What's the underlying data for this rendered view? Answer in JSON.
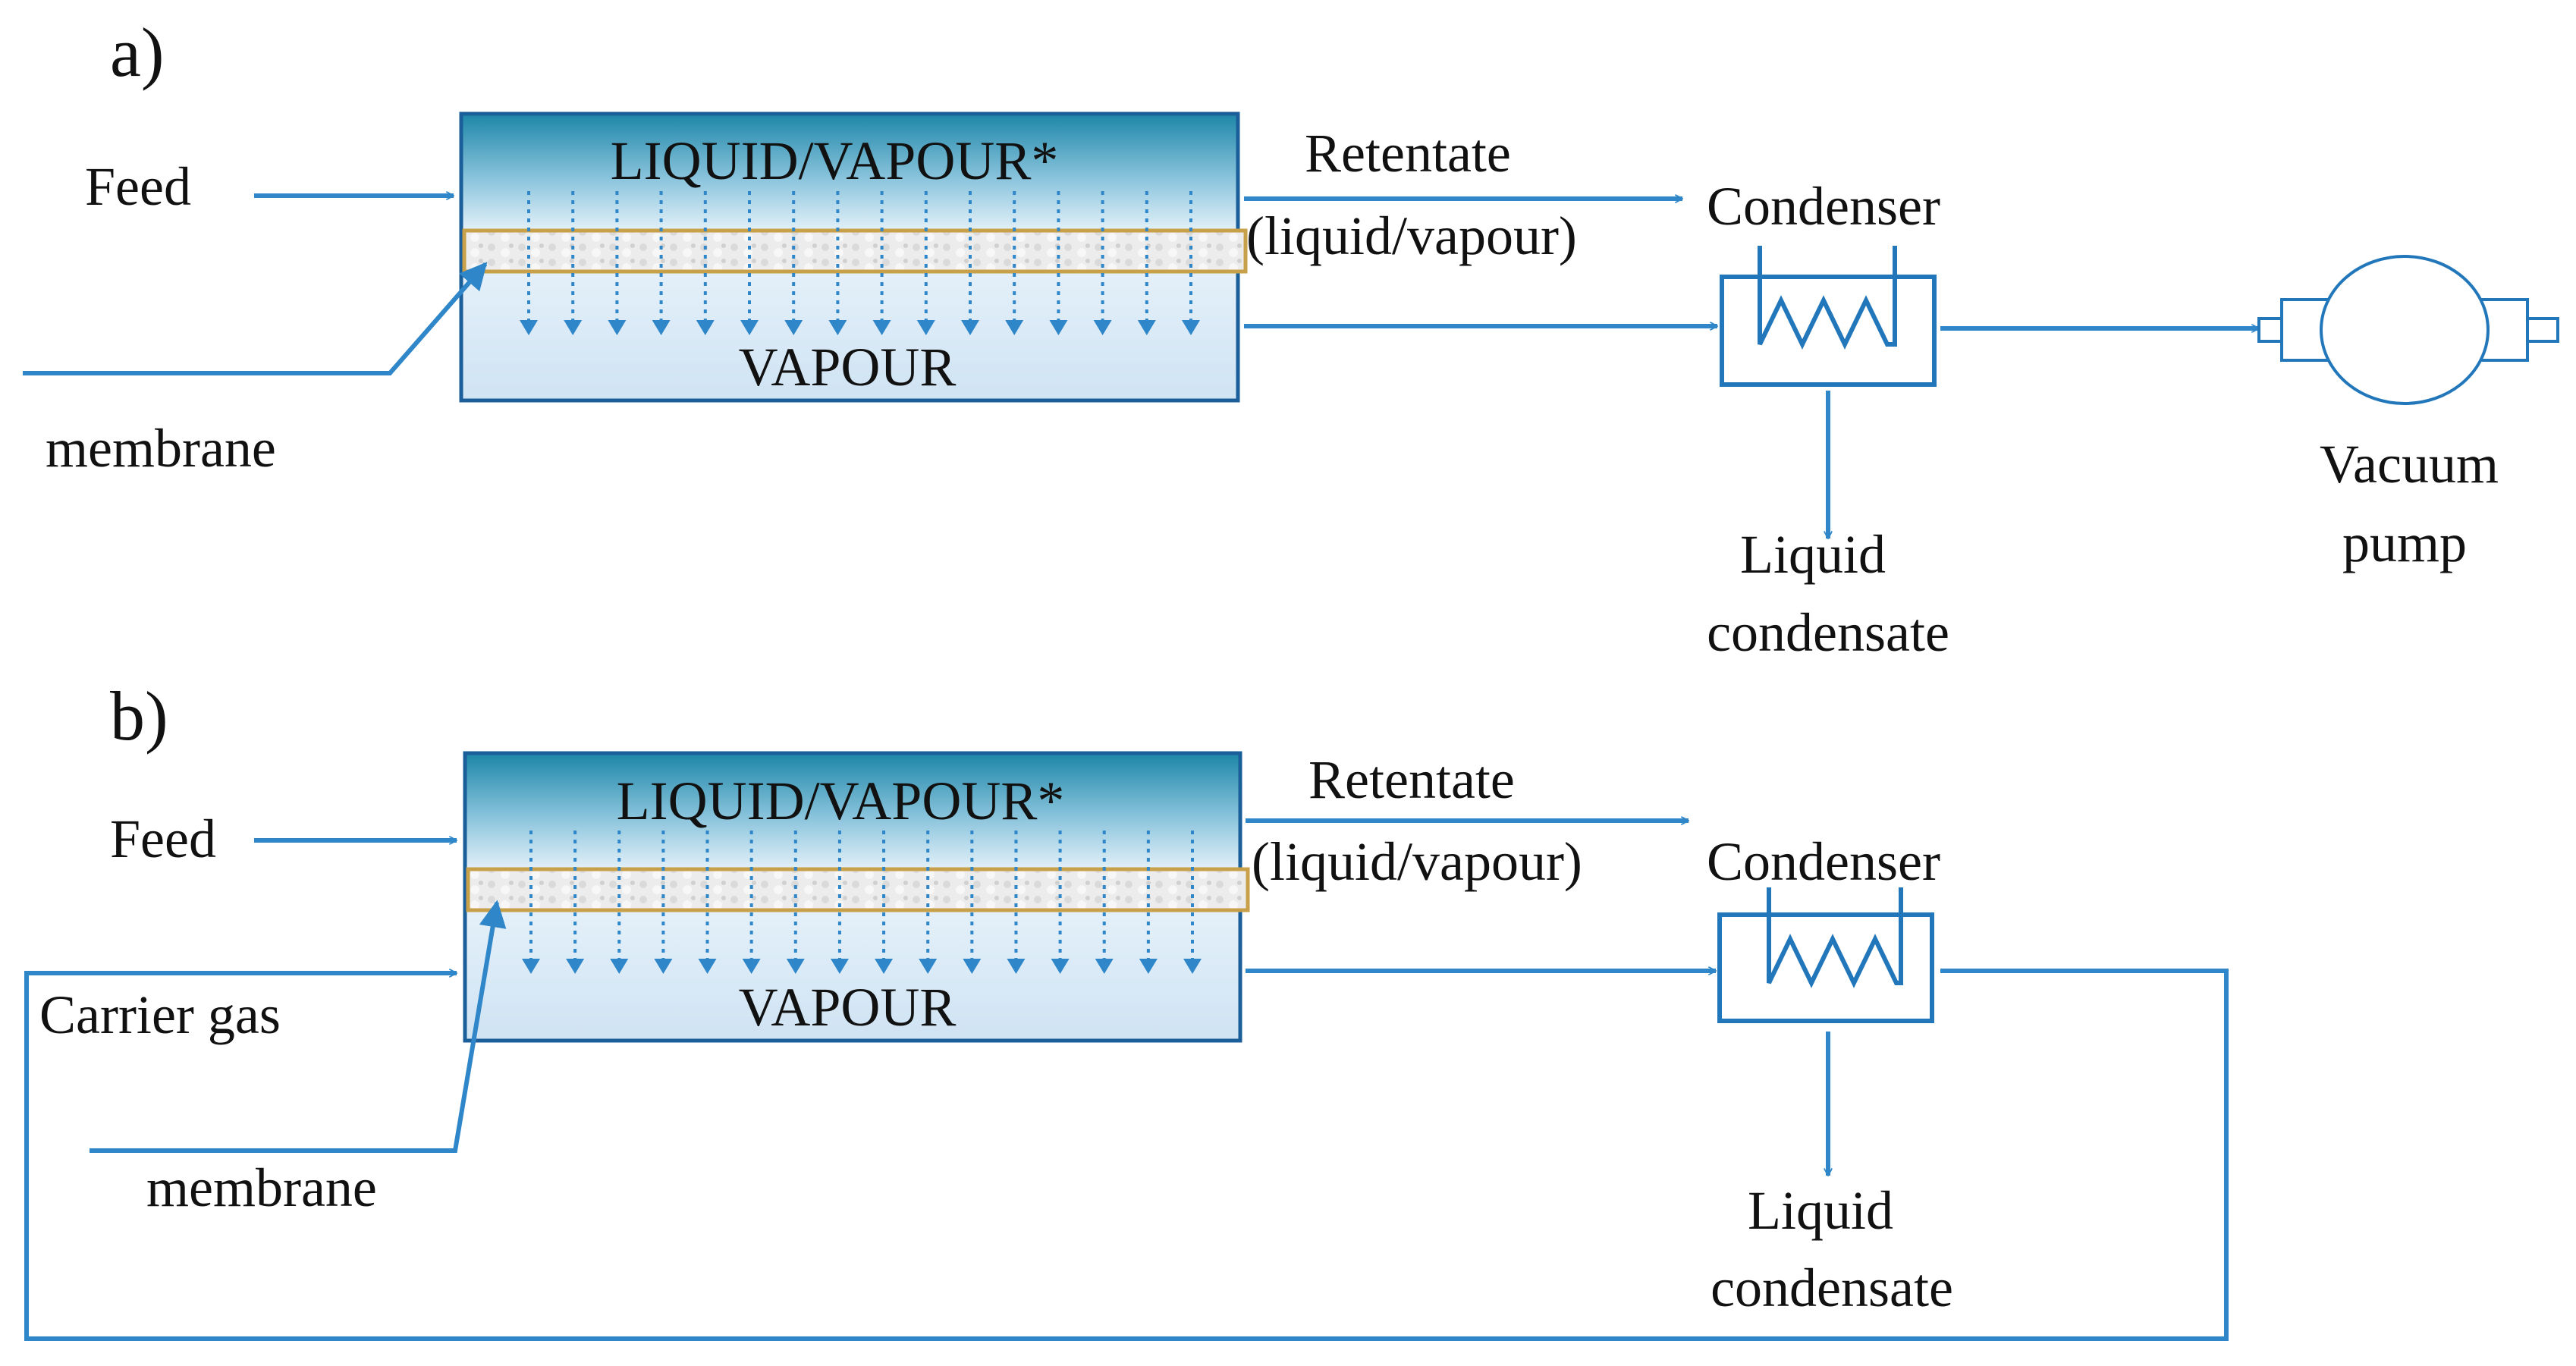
{
  "colors": {
    "flow": "#2f86c8",
    "box_border": "#1b5f9a",
    "liquid_top": "#1d86a8",
    "liquid_bottom": "#e8f3fa",
    "vapour_fill": "#d9eaf6",
    "membrane_border": "#c8a04a",
    "equipment": "#2277bb"
  },
  "panel_a": {
    "label": "a)",
    "liquid_vapour": "LIQUID/VAPOUR*",
    "vapour": "VAPOUR",
    "feed": "Feed",
    "membrane": "membrane",
    "retentate_line1": "Retentate",
    "retentate_line2": "(liquid/vapour)",
    "condenser": "Condenser",
    "liquid_condensate_line1": "Liquid",
    "liquid_condensate_line2": "condensate",
    "vacuum_line1": "Vacuum",
    "vacuum_line2": "pump"
  },
  "panel_b": {
    "label": "b)",
    "liquid_vapour": "LIQUID/VAPOUR*",
    "vapour": "VAPOUR",
    "feed": "Feed",
    "carrier_gas": "Carrier  gas",
    "membrane": "membrane",
    "retentate_line1": "Retentate",
    "retentate_line2": "(liquid/vapour)",
    "condenser": "Condenser",
    "liquid_condensate_line1": "Liquid",
    "liquid_condensate_line2": "condensate"
  }
}
